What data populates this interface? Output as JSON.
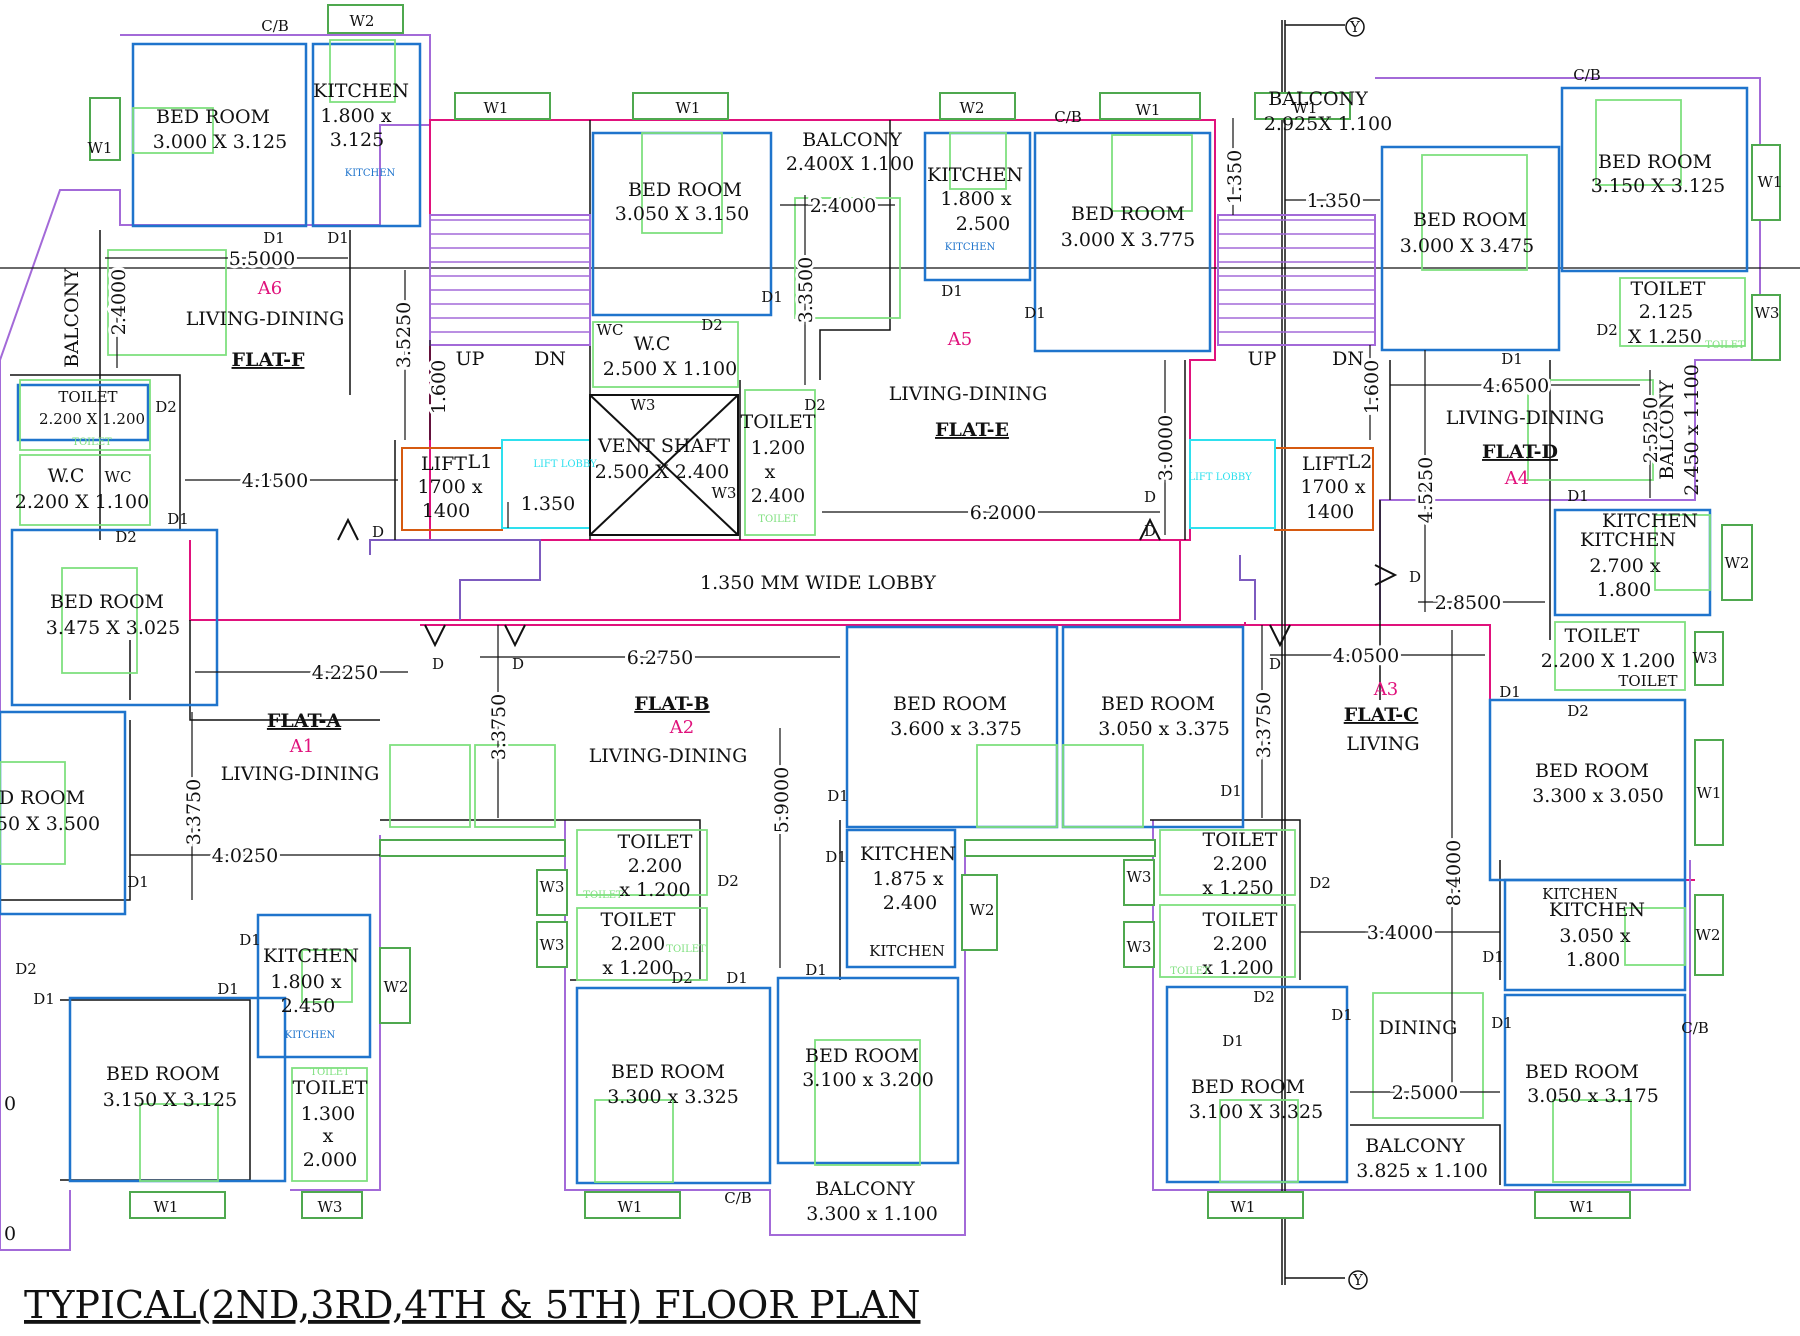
{
  "title": "TYPICAL(2ND,3RD,4TH & 5TH) FLOOR PLAN",
  "colors": {
    "flat_a_f": "#a36ad8",
    "flat_e": "#e0127c",
    "rooms": "#1f74cc",
    "windows": "#4fa84f",
    "furniture": "#7fe07f",
    "lift": "#d65a10",
    "lobby": "#2ee0ee",
    "tags": "#e0127c",
    "lines": "#111111"
  },
  "rooms": {
    "a6_bed1": "BED ROOM",
    "a6_bed1_dim": "3.000 X 3.125",
    "a6_kitchen": "KITCHEN",
    "a6_kitchen_dim1": "1.800 x",
    "a6_kitchen_dim2": "3.125",
    "a6_kitchen_tag": "KITCHEN",
    "a6_balcony": "BALCONY",
    "a6_living": "LIVING-DINING",
    "a6_toilet": "TOILET",
    "a6_toilet_dim": "2.200 X 1.200",
    "a6_toilet_tag": "TOILET",
    "a6_wc": "W.C",
    "a6_wc_dim": "2.200 X 1.100",
    "a6_wc_tag": "WC",
    "a1_bed_top": "BED ROOM",
    "a1_bed_top_dim": "3.475 X 3.025",
    "a1_bed_left": "D ROOM",
    "a1_bed_left_dim": "50 X 3.500",
    "a1_living": "LIVING-DINING",
    "a1_kitchen": "KITCHEN",
    "a1_kitchen_dim1": "1.800 x",
    "a1_kitchen_dim2": "2.450",
    "a1_kitchen_tag": "KITCHEN",
    "a1_bed2": "BED ROOM",
    "a1_bed2_dim": "3.150 X 3.125",
    "a1_toilet": "TOILET",
    "a1_toilet_dim1": "1.300",
    "a1_toilet_dim2": "x",
    "a1_toilet_dim3": "2.000",
    "a1_toilet_tag": "TOILET",
    "lift1": "LIFT",
    "lift1_tag": "L1",
    "lift1_dim1": "1700 x",
    "lift1_dim2": "1400",
    "lift2": "LIFT",
    "lift2_tag": "L2",
    "lift2_dim1": "1700 x",
    "lift2_dim2": "1400",
    "lift_lobby": "LIFT LOBBY",
    "a5_bed1": "BED ROOM",
    "a5_bed1_dim": "3.050 X 3.150",
    "a5_balcony": "BALCONY",
    "a5_balcony_dim": "2.400X 1.100",
    "a5_kitchen": "KITCHEN",
    "a5_kitchen_dim1": "1.800 x",
    "a5_kitchen_dim2": "2.500",
    "a5_kitchen_tag": "KITCHEN",
    "a5_bed2": "BED ROOM",
    "a5_bed2_dim": "3.000 X 3.775",
    "a5_wc": "W.C",
    "a5_wc_dim": "2.500 X 1.100",
    "a5_wc_tag": "WC",
    "vent": "VENT SHAFT",
    "vent_dim": "2.500 X 2.400",
    "a5_toilet": "TOILET",
    "a5_toilet_dim1": "1.200",
    "a5_toilet_dim2": "x",
    "a5_toilet_dim3": "2.400",
    "a5_toilet_tag": "TOILET",
    "a5_living": "LIVING-DINING",
    "lobby": "1.350 MM WIDE LOBBY",
    "a4_balcony": "BALCONY",
    "a4_balcony_dim": "2.925X 1.100",
    "a4_bed1": "BED ROOM",
    "a4_bed1_dim": "3.150 X 3.125",
    "a4_bed2": "BED ROOM",
    "a4_bed2_dim": "3.000 X 3.475",
    "a4_toilet": "TOILET",
    "a4_toilet_dim1": "2.125",
    "a4_toilet_dim2": "X 1.250",
    "a4_toilet_tag": "TOILET",
    "a4_living": "LIVING-DINING",
    "a4_balcony2": "BALCONY",
    "a4_balcony2_dim": "2.450 x 1.100",
    "a4_kitchen_tag": "KITCHEN",
    "a4_kitchen": "KITCHEN",
    "a4_kitchen_dim1": "2.700 x",
    "a4_kitchen_dim2": "1.800",
    "a3_toilet": "TOILET",
    "a3_toilet_dim": "2.200 X 1.200",
    "a3_toilet_tag": "TOILET",
    "a3_bed1": "BED ROOM",
    "a3_bed1_dim": "3.300 x 3.050",
    "a3_kitchen_tag": "KITCHEN",
    "a3_kitchen": "KITCHEN",
    "a3_kitchen_dim1": "3.050 x",
    "a3_kitchen_dim2": "1.800",
    "a3_living": "LIVING",
    "a3_toilet2": "TOILET",
    "a3_toilet2_dim1": "2.200",
    "a3_toilet2_dim2": "x 1.250",
    "a3_toilet3": "TOILET",
    "a3_toilet3_dim1": "2.200",
    "a3_toilet3_dim2": "x 1.200",
    "a3_toilet3_tag": "TOILET",
    "a3_dining": "DINING",
    "a3_bed2": "BED ROOM",
    "a3_bed2_dim": "3.100 X 3.325",
    "a3_balcony": "BALCONY",
    "a3_balcony_dim": "3.825 x 1.100",
    "a3_bed3": "BED ROOM",
    "a3_bed3_dim": "3.050 x 3.175",
    "a2_living": "LIVING-DINING",
    "a2_toilet1": "TOILET",
    "a2_toilet1_dim1": "2.200",
    "a2_toilet1_dim2": "x 1.200",
    "a2_toilet1_tag": "TOILET",
    "a2_toilet2": "TOILET",
    "a2_toilet2_dim1": "2.200",
    "a2_toilet2_dim2": "x 1.200",
    "a2_toilet2_tag": "TOILET",
    "a2_bed1": "BED ROOM",
    "a2_bed1_dim": "3.600 x 3.375",
    "a2_bed2": "BED ROOM",
    "a2_bed2_dim": "3.050 x 3.375",
    "a2_kitchen": "KITCHEN",
    "a2_kitchen_dim1": "1.875 x",
    "a2_kitchen_dim2": "2.400",
    "a2_kitchen_tag": "KITCHEN",
    "a2_bed3": "BED ROOM",
    "a2_bed3_dim": "3.300 x 3.325",
    "a2_bed4": "BED ROOM",
    "a2_bed4_dim": "3.100 x 3.200",
    "a2_balcony": "BALCONY",
    "a2_balcony_dim": "3.300 x 1.100"
  },
  "flats": {
    "a6_tag": "A6",
    "a6_name": "FLAT-F",
    "a1_tag": "A1",
    "a1_name": "FLAT-A",
    "a2_tag": "A2",
    "a2_name": "FLAT-B",
    "a5_tag": "A5",
    "a5_name": "FLAT-E",
    "a4_tag": "A4",
    "a4_name": "FLAT-D",
    "a3_tag": "A3",
    "a3_name": "FLAT-C"
  },
  "dimensions": {
    "d_55": "5.5000",
    "d_24": "2.4000",
    "d_35250": "3.5250",
    "d_1600a": "1.600",
    "d_1600b": "1.600",
    "d_415": "4.1500",
    "d_1350a": "1.350",
    "d_1350b": "1.350",
    "d_1350c": "1.350",
    "d_335": "3.3500",
    "d_24b": "2.4000",
    "d_30": "3.0000",
    "d_62": "6.2000",
    "d_465": "4.6500",
    "d_25250": "2.5250",
    "d_45250": "4.5250",
    "d_285": "2.8500",
    "d_4225": "4.2250",
    "d_6275": "6.2750",
    "d_3375a": "3.3750",
    "d_3375b": "3.3750",
    "d_3375c": "3.3750",
    "d_59": "5.9000",
    "d_4025": "4.0250",
    "d_405": "4.0500",
    "d_84": "8.4000",
    "d_34": "3.4000",
    "d_25": "2.5000"
  },
  "symbols": {
    "up": "UP",
    "dn": "DN",
    "d": "D",
    "d1": "D1",
    "d2": "D2",
    "w1": "W1",
    "w2": "W2",
    "w3": "W3",
    "cb": "C/B",
    "y": "Y",
    "x": "x",
    "partial0": "0"
  }
}
